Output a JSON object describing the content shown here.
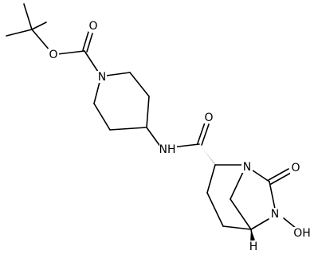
{
  "molecule": {
    "atoms": {
      "o_carbamate_carbonyl": "O",
      "o_ester": "O",
      "n_piperidine": "N",
      "o_amide_carbonyl": "O",
      "n_amide": "NH",
      "n_bridgehead": "N",
      "o_urea_carbonyl": "O",
      "n_hydroxy": "N",
      "oh_group": "OH",
      "h_stereo": "H"
    }
  }
}
